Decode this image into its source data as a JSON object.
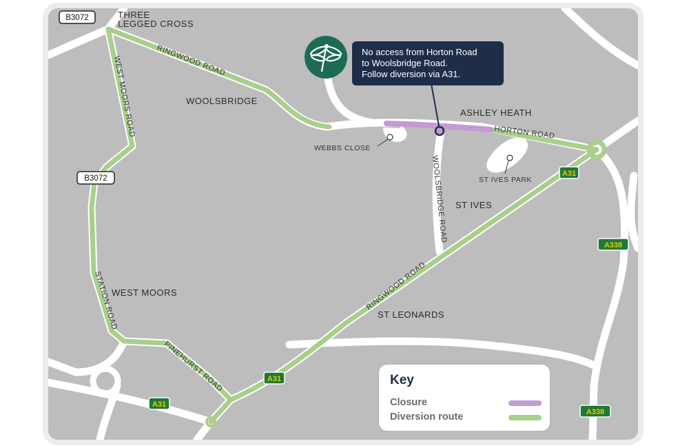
{
  "places": {
    "three_legged_cross_line1": "THREE",
    "three_legged_cross_line2": "LEGGED CROSS",
    "woolsbridge": "WOOLSBRIDGE",
    "ashley_heath": "ASHLEY HEATH",
    "st_ives": "ST IVES",
    "west_moors": "WEST MOORS",
    "st_leonards": "ST LEONARDS",
    "webbs_close": "WEBBS CLOSE",
    "st_ives_park": "ST IVES PARK"
  },
  "road_names": {
    "ringwood_road_north": "RINGWOOD ROAD",
    "ringwood_road_south": "RINGWOOD ROAD",
    "west_moors_road": "WEST MOORS ROAD",
    "woolsbridge_road": "WOOLSBRIDGE ROAD",
    "horton_road": "HORTON ROAD",
    "station_road": "STATION ROAD",
    "pinehurst_road": "PINEHURST ROAD"
  },
  "road_shields": {
    "b3072_top": "B3072",
    "b3072_mid": "B3072",
    "a31_east": "A31",
    "a31_mid": "A31",
    "a31_west": "A31",
    "a338_upper": "A338",
    "a338_lower": "A338"
  },
  "callout": {
    "line1": "No access from Horton Road",
    "line2": "to Woolsbridge Road.",
    "line3": "Follow diversion via A31."
  },
  "key": {
    "title": "Key",
    "closure_label": "Closure",
    "diversion_label": "Diversion route"
  },
  "colors": {
    "background": "#bdbdbd",
    "road": "#ffffff",
    "closure": "#c39ad3",
    "diversion": "#a9cf8b",
    "callout": "#1f2d48",
    "brand_logo": "#1d6b57",
    "a_road_shield": "#1f7a3a"
  },
  "icons": {
    "brand_logo": "dragonfly-icon"
  }
}
